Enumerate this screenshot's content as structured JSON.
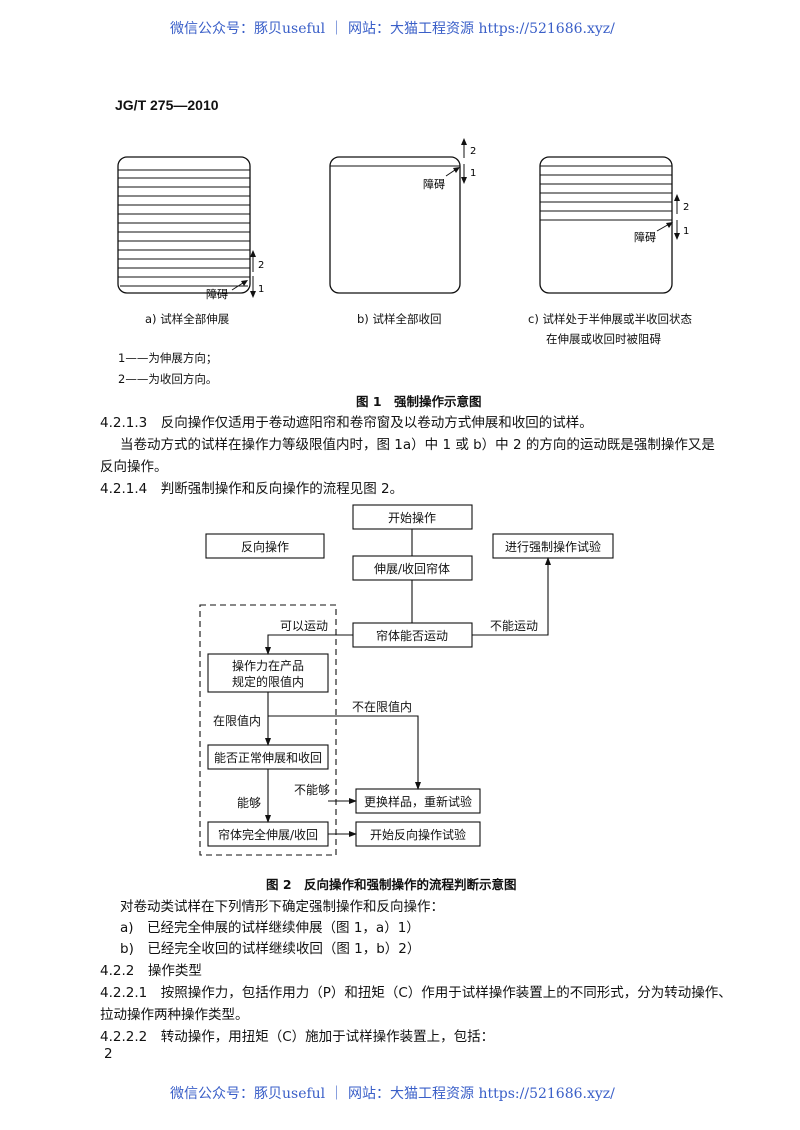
{
  "watermark": "微信公众号：豚贝useful ｜ 网站：大猫工程资源 https://521686.xyz/",
  "header": {
    "code": "JG/T 275—2010"
  },
  "figure1": {
    "arrow_num_2": "2",
    "arrow_num_1": "1",
    "obstacle": "障碍",
    "caption_a": "a) 试样全部伸展",
    "caption_b": "b) 试样全部收回",
    "caption_c_line1": "c) 试样处于半伸展或半收回状态",
    "caption_c_line2": "在伸展或收回时被阻碍",
    "legend_1": "1——为伸展方向；",
    "legend_2": "2——为收回方向。",
    "title": "图 1　强制操作示意图"
  },
  "paragraphs": {
    "p4213": "4.2.1.3　反向操作仅适用于卷动遮阳帘和卷帘窗及以卷动方式伸展和收回的试样。",
    "p_rolling_1": "当卷动方式的试样在操作力等级限值内时，图 1a）中 1 或 b）中 2 的方向的运动既是强制操作又是",
    "p_rolling_2": "反向操作。",
    "p4214": "4.2.1.4　判断强制操作和反向操作的流程见图 2。"
  },
  "flowchart": {
    "start": "开始操作",
    "reverse": "反向操作",
    "extend_retract": "伸展/收回帘体",
    "forced_test": "进行强制操作试验",
    "can_move": "帘体能否运动",
    "movable": "可以运动",
    "cannot_move": "不能运动",
    "force_limit_1": "操作力在产品",
    "force_limit_2": "规定的限值内",
    "within_limit": "在限值内",
    "not_within_limit": "不在限值内",
    "normal_op": "能否正常伸展和收回",
    "able": "能够",
    "not_able": "不能够",
    "replace": "更换样品，重新试验",
    "fully": "帘体完全伸展/收回",
    "start_reverse": "开始反向操作试验",
    "title": "图 2　反向操作和强制操作的流程判断示意图"
  },
  "after": {
    "intro": "对卷动类试样在下列情形下确定强制操作和反向操作：",
    "a": "a)　已经完全伸展的试样继续伸展（图 1，a）1）",
    "b": "b)　已经完全收回的试样继续收回（图 1，b）2）",
    "s422": "4.2.2　操作类型",
    "s4221_1": "4.2.2.1　按照操作力，包括作用力（P）和扭矩（C）作用于试样操作装置上的不同形式，分为转动操作、",
    "s4221_2": "拉动操作两种操作类型。",
    "s4222": "4.2.2.2　转动操作，用扭矩（C）施加于试样操作装置上，包括："
  },
  "page_number": "2"
}
